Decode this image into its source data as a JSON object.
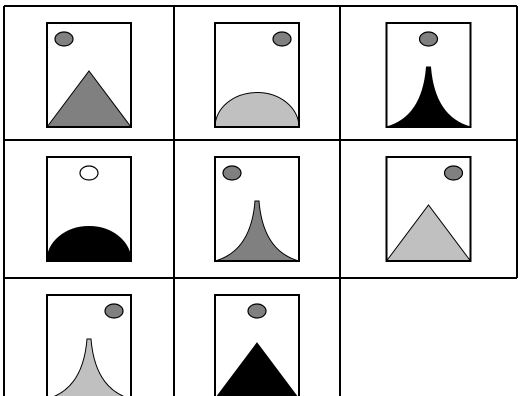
{
  "colors": {
    "background": "#ffffff",
    "grid_line": "#000000",
    "card_border": "#000000",
    "dark_gray": "#808080",
    "light_gray": "#c0c0c0",
    "black": "#000000",
    "white": "#ffffff"
  },
  "grid": {
    "rows": 3,
    "columns": 3,
    "cells": [
      {
        "row": 0,
        "col": 0,
        "sun": "dark_gray",
        "sun_side": "left",
        "mountain": "triangle",
        "fill": "dark_gray"
      },
      {
        "row": 0,
        "col": 1,
        "sun": "dark_gray",
        "sun_side": "right",
        "mountain": "semicircle",
        "fill": "light_gray"
      },
      {
        "row": 0,
        "col": 2,
        "sun": "dark_gray",
        "sun_side": "center",
        "mountain": "spike",
        "fill": "black"
      },
      {
        "row": 1,
        "col": 0,
        "sun": "white",
        "sun_side": "center",
        "mountain": "semicircle",
        "fill": "black"
      },
      {
        "row": 1,
        "col": 1,
        "sun": "dark_gray",
        "sun_side": "left",
        "mountain": "spike",
        "fill": "dark_gray"
      },
      {
        "row": 1,
        "col": 2,
        "sun": "dark_gray",
        "sun_side": "right",
        "mountain": "triangle",
        "fill": "light_gray"
      },
      {
        "row": 2,
        "col": 0,
        "sun": "dark_gray",
        "sun_side": "right",
        "mountain": "spike",
        "fill": "light_gray"
      },
      {
        "row": 2,
        "col": 1,
        "sun": "dark_gray",
        "sun_side": "center",
        "mountain": "triangle",
        "fill": "black"
      },
      {
        "row": 2,
        "col": 2,
        "empty": true
      }
    ]
  }
}
